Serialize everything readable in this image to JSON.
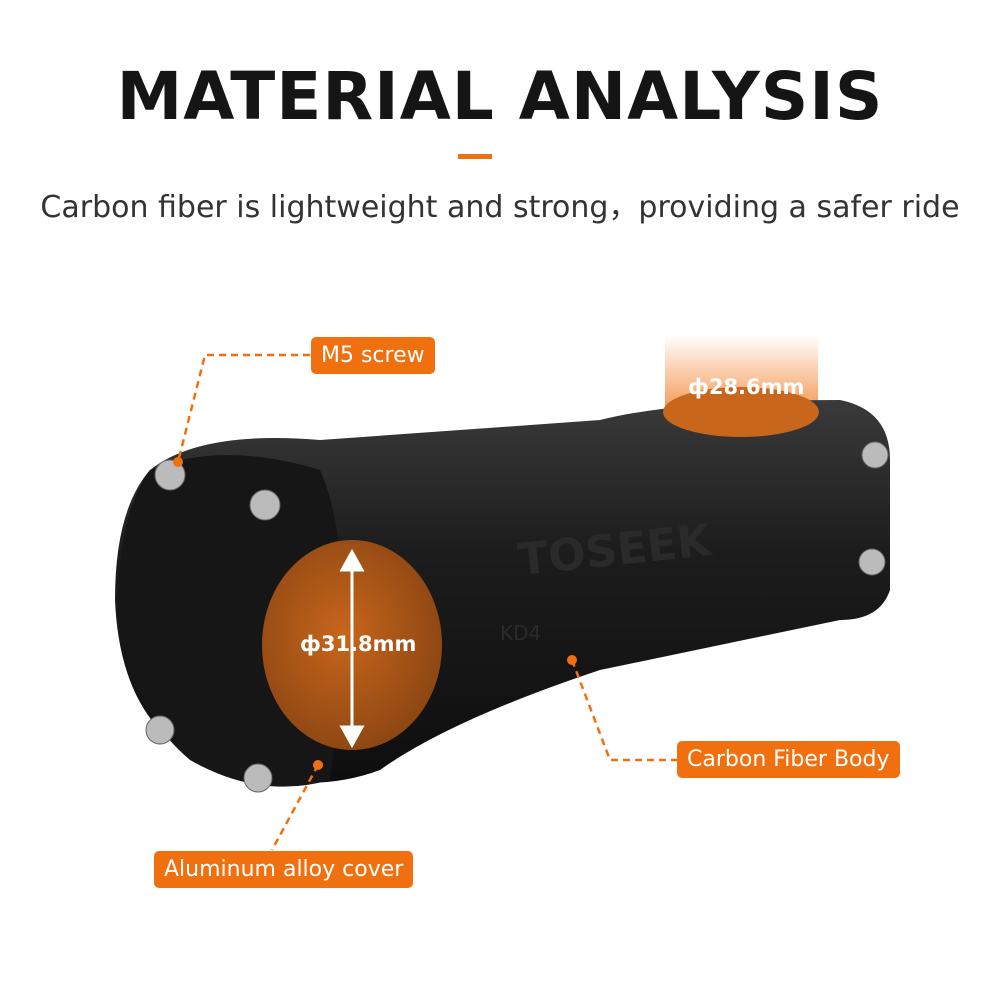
{
  "header": {
    "title": "MATERIAL ANALYSIS",
    "subtitle": "Carbon fiber is lightweight and strong，providing a safer ride"
  },
  "colors": {
    "accent": "#f07010",
    "product": "#1a1a1a",
    "text": "#151515"
  },
  "callouts": {
    "screw": "M5 screw",
    "body": "Carbon Fiber Body",
    "cover": "Aluminum alloy cover"
  },
  "dimensions": {
    "steerer": "ф28.6mm",
    "handlebar": "ф31.8mm"
  },
  "logo": {
    "brand": "TOSEEK",
    "model": "KD4"
  }
}
